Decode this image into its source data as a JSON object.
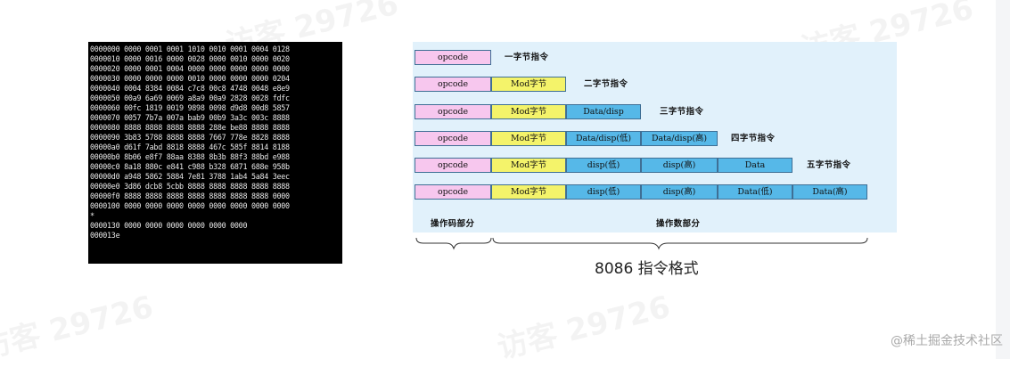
{
  "hexdump": {
    "lines": [
      "0000000 0000 0001 0001 1010 0010 0001 0004 0128",
      "0000010 0000 0016 0000 0028 0000 0010 0000 0020",
      "0000020 0000 0001 0004 0000 0000 0000 0000 0000",
      "0000030 0000 0000 0000 0010 0000 0000 0000 0204",
      "0000040 0004 8384 0084 c7c8 00c8 4748 0048 e8e9",
      "0000050 00a9 6a69 0069 a8a9 00a9 2828 0028 fdfc",
      "0000060 00fc 1819 0019 9898 0098 d9d8 00d8 5857",
      "0000070 0057 7b7a 007a bab9 00b9 3a3c 003c 8888",
      "0000080 8888 8888 8888 8888 288e be88 8888 8888",
      "0000090 3b83 5788 8888 8888 7667 778e 8828 8888",
      "00000a0 d61f 7abd 8818 8888 467c 585f 8814 8188",
      "00000b0 8b06 e8f7 88aa 8388 8b3b 88f3 88bd e988",
      "00000c0 8a18 880c e841 c988 b328 6871 688e 958b",
      "00000d0 a948 5862 5884 7e81 3788 1ab4 5a84 3eec",
      "00000e0 3d86 dcb8 5cbb 8888 8888 8888 8888 8888",
      "00000f0 8888 8888 8888 8888 8888 8888 8888 0000",
      "0000100 0000 0000 0000 0000 0000 0000 0000 0000",
      "*",
      "0000130 0000 0000 0000 0000 0000 0000",
      "000013e"
    ]
  },
  "diagram": {
    "rows": [
      {
        "cells": [
          {
            "text": "opcode",
            "kind": "op"
          }
        ],
        "label": "一字节指令"
      },
      {
        "cells": [
          {
            "text": "opcode",
            "kind": "op"
          },
          {
            "text": "Mod字节",
            "kind": "mod"
          }
        ],
        "label": "二字节指令"
      },
      {
        "cells": [
          {
            "text": "opcode",
            "kind": "op"
          },
          {
            "text": "Mod字节",
            "kind": "mod"
          },
          {
            "text": "Data/disp",
            "kind": "data"
          }
        ],
        "label": "三字节指令"
      },
      {
        "cells": [
          {
            "text": "opcode",
            "kind": "op"
          },
          {
            "text": "Mod字节",
            "kind": "mod"
          },
          {
            "text": "Data/disp(低)",
            "kind": "data"
          },
          {
            "text": "Data/disp(高)",
            "kind": "data"
          }
        ],
        "label": "四字节指令"
      },
      {
        "cells": [
          {
            "text": "opcode",
            "kind": "op"
          },
          {
            "text": "Mod字节",
            "kind": "mod"
          },
          {
            "text": "disp(低)",
            "kind": "data"
          },
          {
            "text": "disp(高)",
            "kind": "data"
          },
          {
            "text": "Data",
            "kind": "data"
          }
        ],
        "label": "五字节指令"
      },
      {
        "cells": [
          {
            "text": "opcode",
            "kind": "op"
          },
          {
            "text": "Mod字节",
            "kind": "mod"
          },
          {
            "text": "disp(低)",
            "kind": "data"
          },
          {
            "text": "disp(高)",
            "kind": "data"
          },
          {
            "text": "Data(低)",
            "kind": "data"
          },
          {
            "text": "Data(高)",
            "kind": "data"
          }
        ],
        "label": ""
      }
    ],
    "opcode_part_label": "操作码部分",
    "operand_part_label": "操作数部分",
    "colors": {
      "opcode": "#f7c7ee",
      "mod": "#f4f36a",
      "data": "#56b8e8",
      "background": "#e1f1fb"
    }
  },
  "caption": "8086 指令格式",
  "watermark": "访客 29726",
  "site_mark": "@稀土掘金技术社区"
}
